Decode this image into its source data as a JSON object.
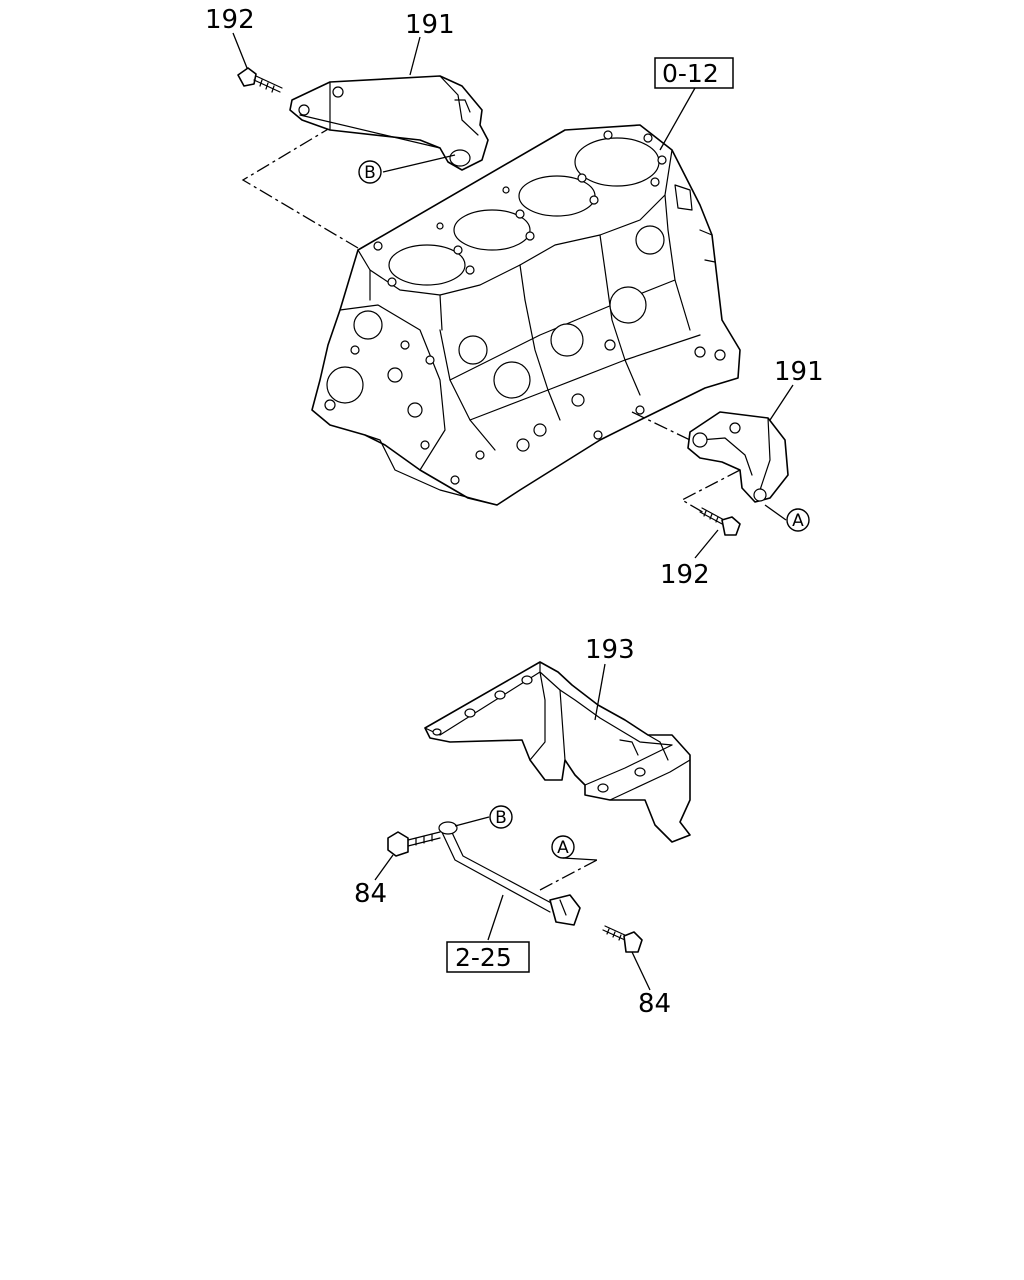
{
  "callouts": {
    "bracket_upper_num": "191",
    "bolt_upper_num": "192",
    "bracket_lower_num": "191",
    "bolt_lower_num": "192",
    "stiffener_num": "193",
    "bolt_left_num": "84",
    "bolt_right_num": "84"
  },
  "references": {
    "engine_block_ref": "0-12",
    "pipe_ref": "2-25"
  },
  "connection_markers": {
    "b_upper": "B",
    "a_lower": "A",
    "b_pipe": "B",
    "a_pipe": "A"
  }
}
